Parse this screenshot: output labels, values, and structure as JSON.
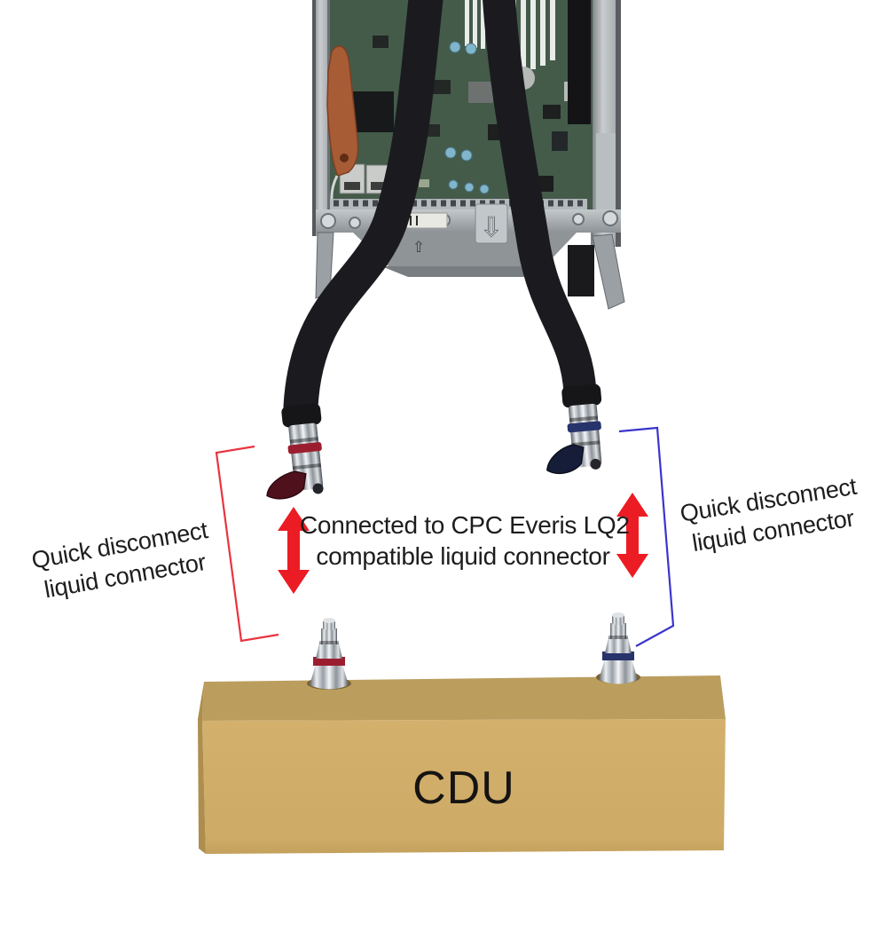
{
  "diagram": {
    "labels": {
      "left_connector": {
        "line1": "Quick disconnect",
        "line2": "liquid connector"
      },
      "right_connector": {
        "line1": "Quick disconnect",
        "line2": "liquid connector"
      },
      "center_note": {
        "line1": "Connected to CPC Everis LQ2",
        "line2": "compatible liquid connector"
      },
      "cdu": "CDU"
    },
    "glyphs": {
      "chassis_down_arrow": "⇩",
      "chassis_up_arrow": "⇧"
    },
    "colors": {
      "arrow_red": "#ec1c24",
      "bracket_red": "#e8343f",
      "bracket_blue": "#3b35cc",
      "tube": "#1b1b1f",
      "pcb_green": "#49604f",
      "cdu_top_face": "#bb9e5e",
      "cdu_front_face": "#d0ae6a",
      "cdu_side_face": "#ae8e4e",
      "connector_band_red": "#9b1e30",
      "connector_band_blue": "#27336b",
      "label_text": "#1e1c1c"
    }
  }
}
